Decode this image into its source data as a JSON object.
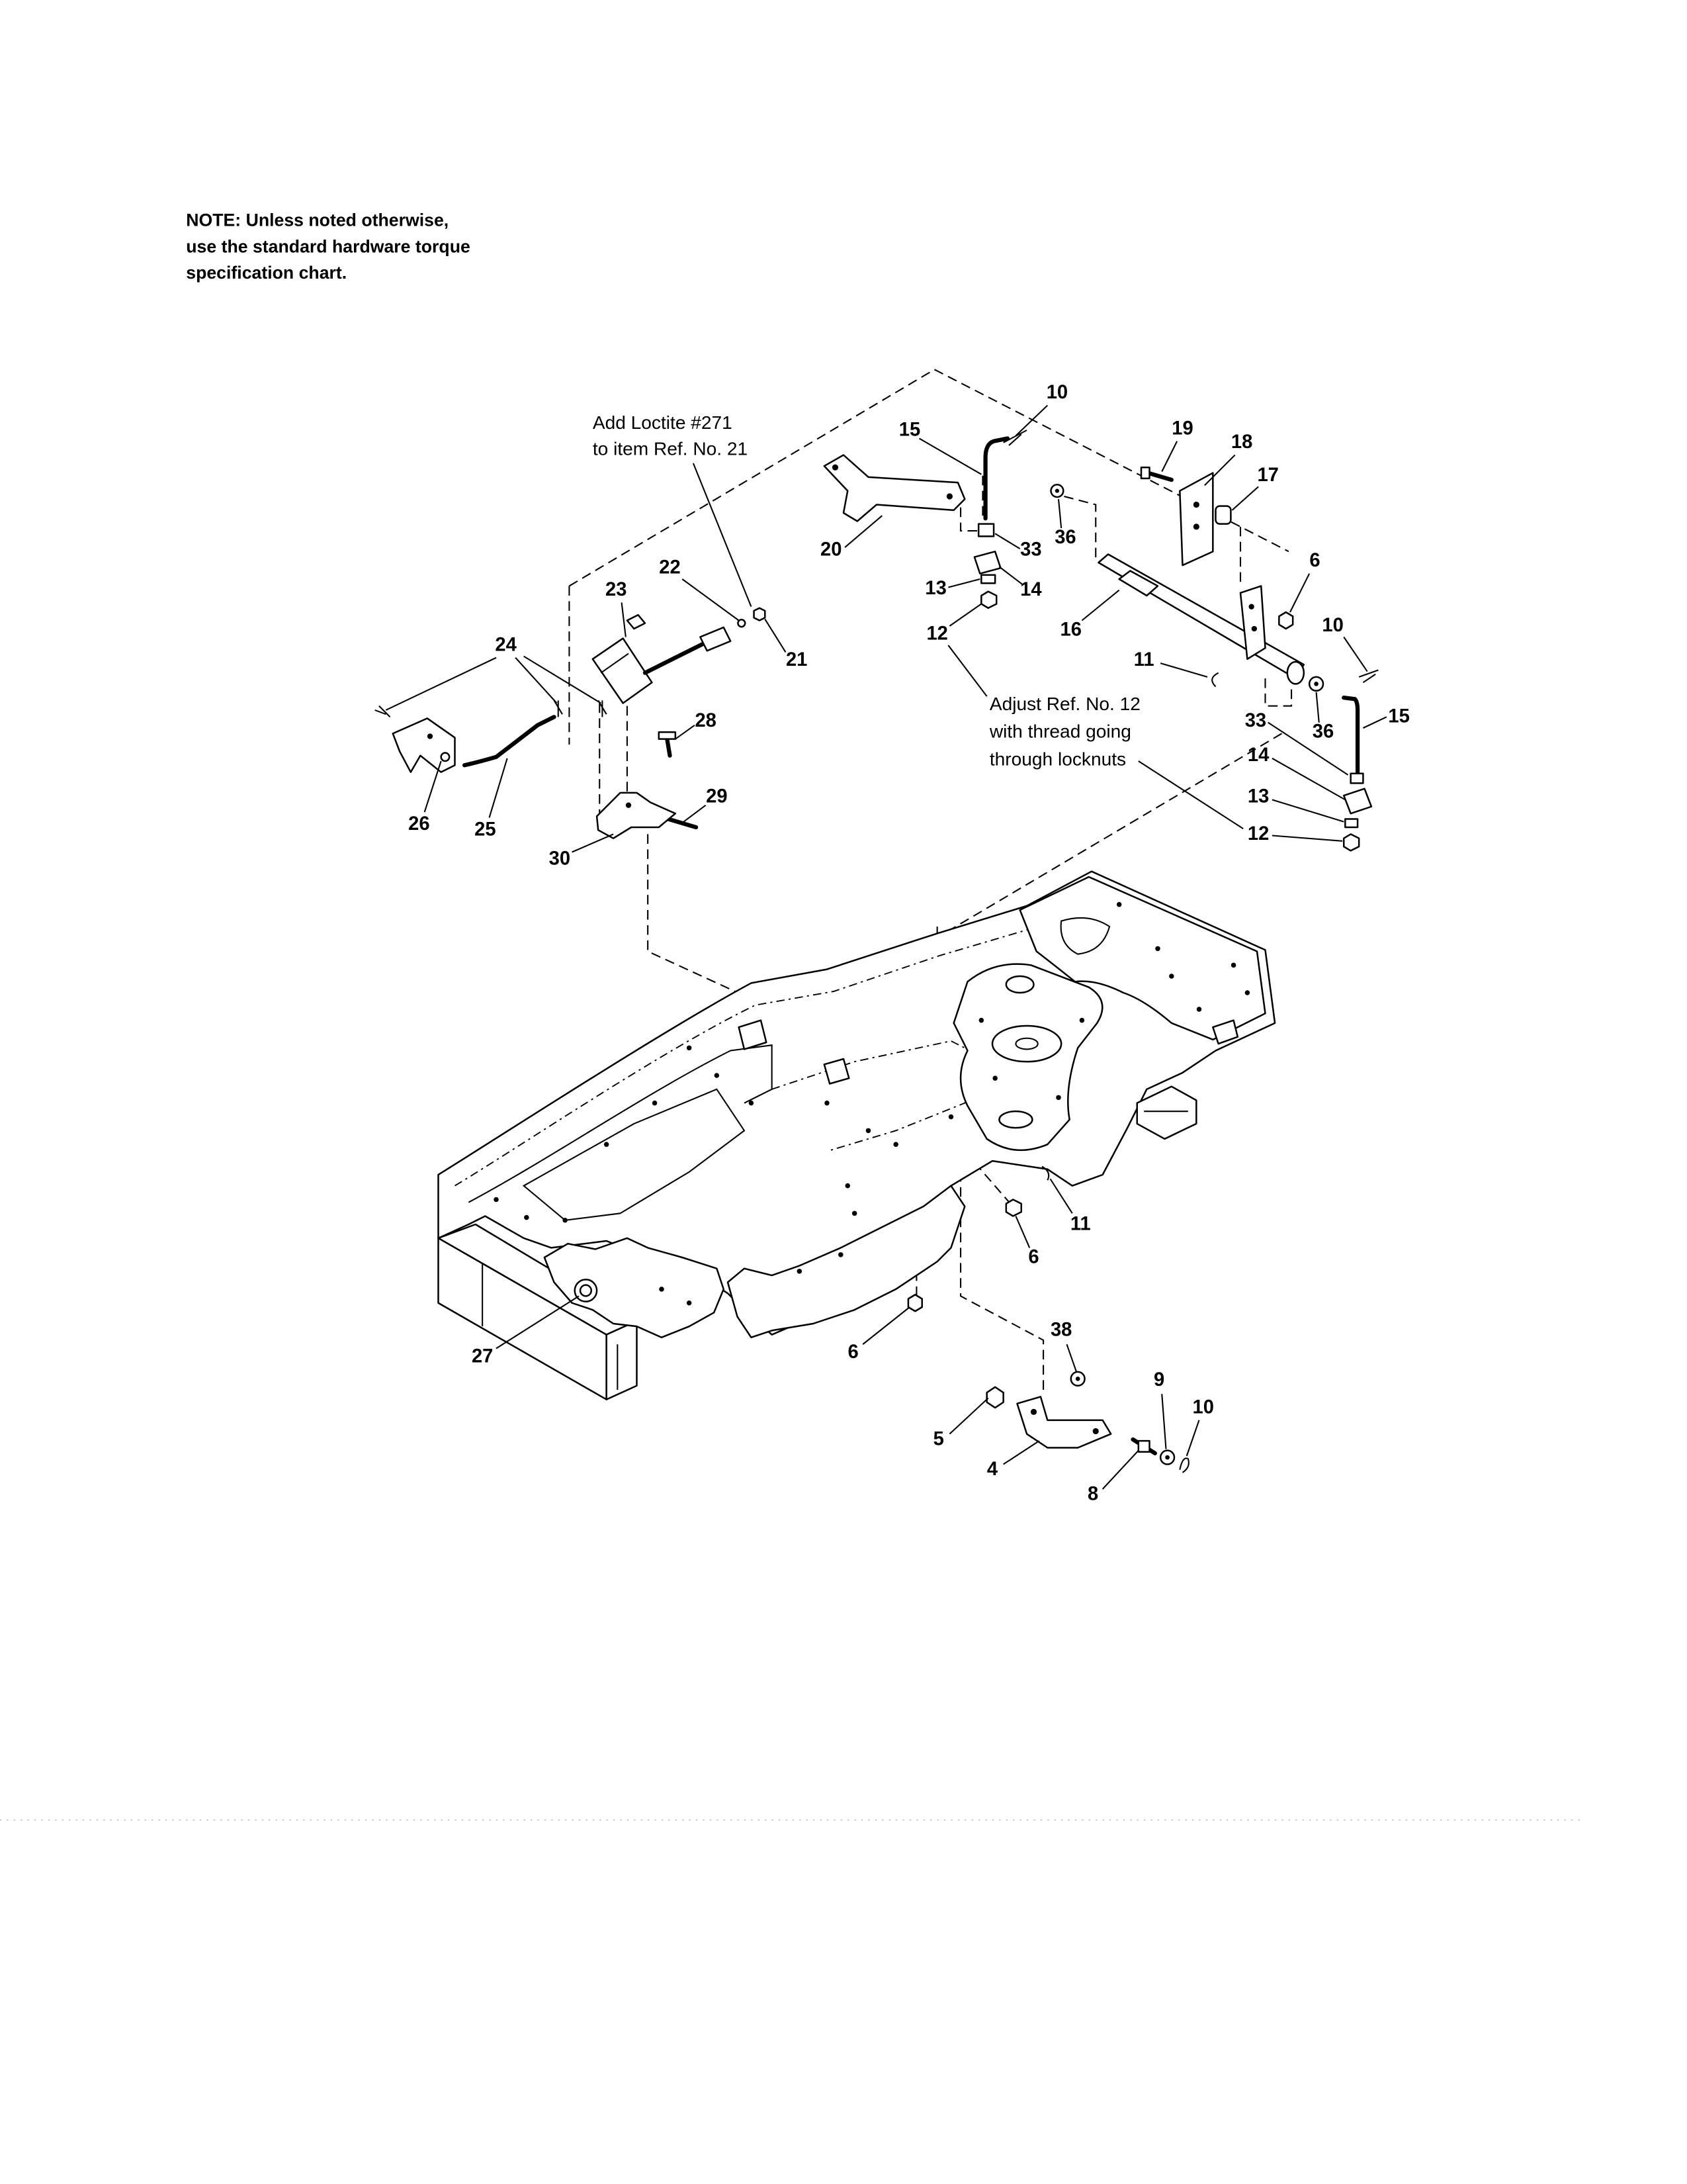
{
  "note": {
    "lines": [
      "NOTE: Unless noted otherwise,",
      "use the standard hardware torque",
      "specification chart."
    ]
  },
  "annotations": {
    "loctite": [
      "Add Loctite #271",
      "to item Ref. No. 21"
    ],
    "adjust": [
      "Adjust Ref. No. 12",
      "with thread going",
      "through locknuts"
    ]
  },
  "callouts": [
    "10",
    "15",
    "19",
    "18",
    "17",
    "36",
    "33",
    "20",
    "14",
    "13",
    "12",
    "16",
    "6",
    "10",
    "11",
    "22",
    "23",
    "21",
    "24",
    "28",
    "29",
    "30",
    "26",
    "25",
    "33",
    "36",
    "15",
    "14",
    "13",
    "12",
    "11",
    "6",
    "27",
    "6",
    "38",
    "9",
    "10",
    "5",
    "4",
    "8"
  ],
  "colors": {
    "line": "#000000",
    "background": "#ffffff"
  }
}
